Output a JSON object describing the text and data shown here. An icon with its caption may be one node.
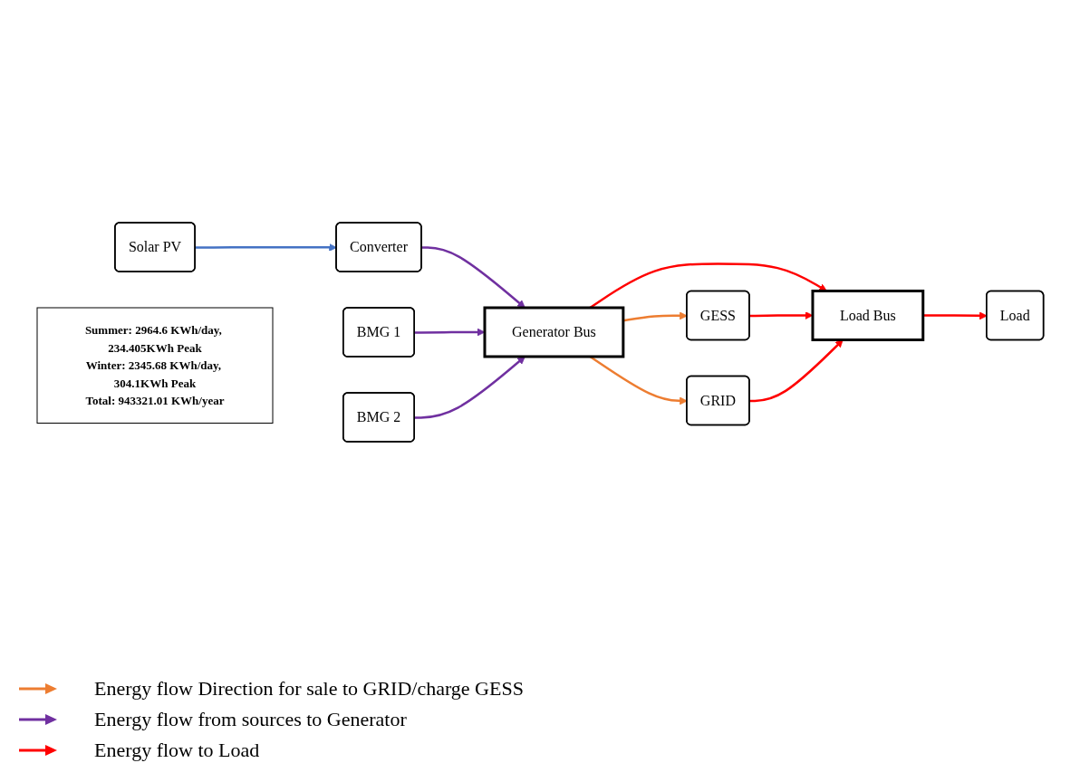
{
  "diagram": {
    "nodes": [
      {
        "text": [
          "Solar PV"
        ]
      },
      {
        "text": [
          "Converter"
        ]
      },
      {
        "text": [
          "BMG 1"
        ]
      },
      {
        "text": [
          "BMG 2"
        ]
      },
      {
        "text": [
          "Generator Bus"
        ]
      },
      {
        "text": [
          "Load Bus"
        ]
      },
      {
        "text": [
          "GESS"
        ]
      },
      {
        "text": [
          "Load"
        ]
      },
      {
        "text": [
          "GRID"
        ]
      },
      {
        "text": [
          "Summer: 2964.6 KWh/day, 234.405KWh Peak",
          "Winter: 2345.68 KWh/day, 304.1KWh Peak",
          "Total: 943321.01 KWh/year"
        ]
      }
    ],
    "edges": [
      {
        "from": 0,
        "to": 1,
        "arrow": "to",
        "color": "#4472c4"
      },
      {
        "from": 1,
        "to": 4,
        "arrow": "to",
        "color": "#7030a0"
      },
      {
        "from": 2,
        "to": 4,
        "arrow": "to",
        "color": "#7030a0"
      },
      {
        "from": 3,
        "to": 4,
        "arrow": "to",
        "color": "#7030a0"
      },
      {
        "from": 4,
        "to": 5,
        "arrow": "to"
      },
      {
        "from": 4,
        "to": 6,
        "arrow": "to",
        "color": "#ed7d31"
      },
      {
        "from": 6,
        "to": 5,
        "arrow": "to"
      },
      {
        "from": 8,
        "to": 5,
        "arrow": "to"
      },
      {
        "from": 4,
        "to": 8,
        "arrow": "to",
        "color": "#ed7d31"
      },
      {
        "from": 5,
        "to": 7,
        "arrow": "to"
      }
    ],
    "legend": [
      {
        "text": "Energy flow Direction for sale to GRID/charge GESS",
        "color": "#ed7d31"
      },
      {
        "text": "Energy flow from sources to Generator",
        "color": "#7030a0"
      },
      {
        "text": "Energy flow to Load",
        "color": "#ff0000"
      }
    ]
  }
}
